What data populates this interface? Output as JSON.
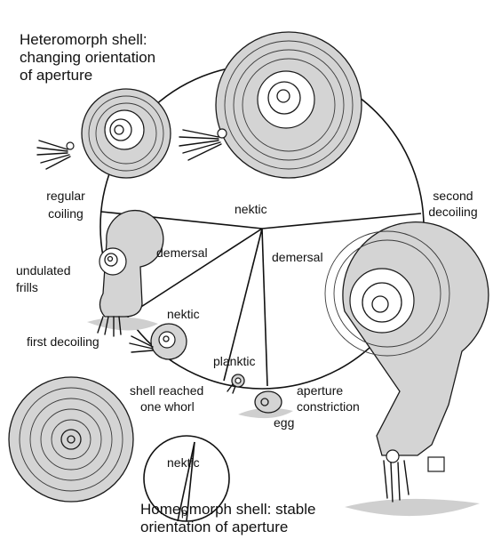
{
  "title": {
    "line1": "Heteromorph shell:",
    "line2": "changing orientation",
    "line3": "of aperture"
  },
  "labels": {
    "regular_coiling_1": "regular",
    "regular_coiling_2": "coiling",
    "nektic_top": "nektic",
    "second_decoiling_1": "second",
    "second_decoiling_2": "decoiling",
    "demersal_left": "demersal",
    "demersal_right": "demersal",
    "undulated_frills_1": "undulated",
    "undulated_frills_2": "frills",
    "nektic_mid": "nektic",
    "first_decoiling": "first decoiling",
    "planktic": "planktic",
    "shell_reached_1": "shell reached",
    "shell_reached_2": "one whorl",
    "aperture_constriction_1": "aperture",
    "aperture_constriction_2": "constriction",
    "egg": "egg"
  },
  "inset": {
    "nektic": "nektic",
    "p": "p"
  },
  "footer": {
    "line1": "Homeomorph shell: stable",
    "line2": "orientation of aperture"
  },
  "colors": {
    "ink": "#111111",
    "shell_fill": "#d4d4d4",
    "ground": "#cfcfcf"
  }
}
